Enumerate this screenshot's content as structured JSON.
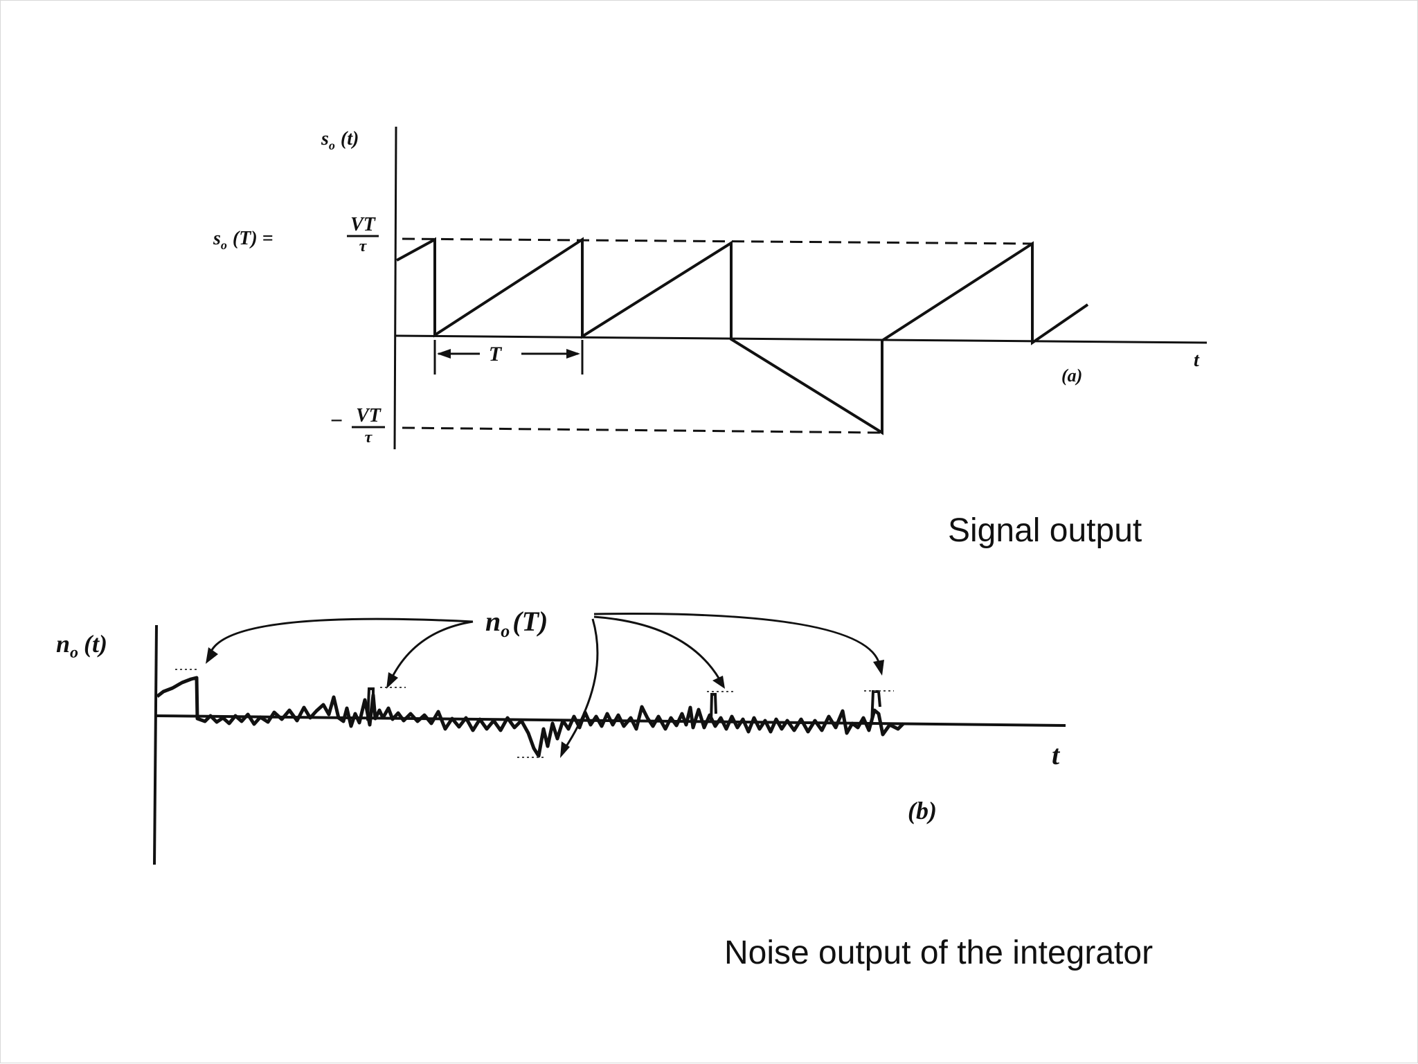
{
  "figure_a": {
    "y_axis_label_main": "s",
    "y_axis_label_sub": "o",
    "y_axis_label_arg": "(t)",
    "peak_label_main": "s",
    "peak_label_sub": "o",
    "peak_label_arg": "(T) =",
    "fraction_num": "VT",
    "fraction_den": "τ",
    "neg_sign": "−",
    "period_label": "T",
    "x_axis_label": "t",
    "panel_tag": "(a)"
  },
  "figure_b": {
    "y_axis_label_main": "n",
    "y_axis_label_sub": "o",
    "y_axis_label_arg": "(t)",
    "sample_label_main": "n",
    "sample_label_sub": "o",
    "sample_label_arg": "(T)",
    "x_axis_label": "t",
    "panel_tag": "(b)"
  },
  "captions": {
    "signal": "Signal output",
    "noise": "Noise output of the integrator"
  }
}
